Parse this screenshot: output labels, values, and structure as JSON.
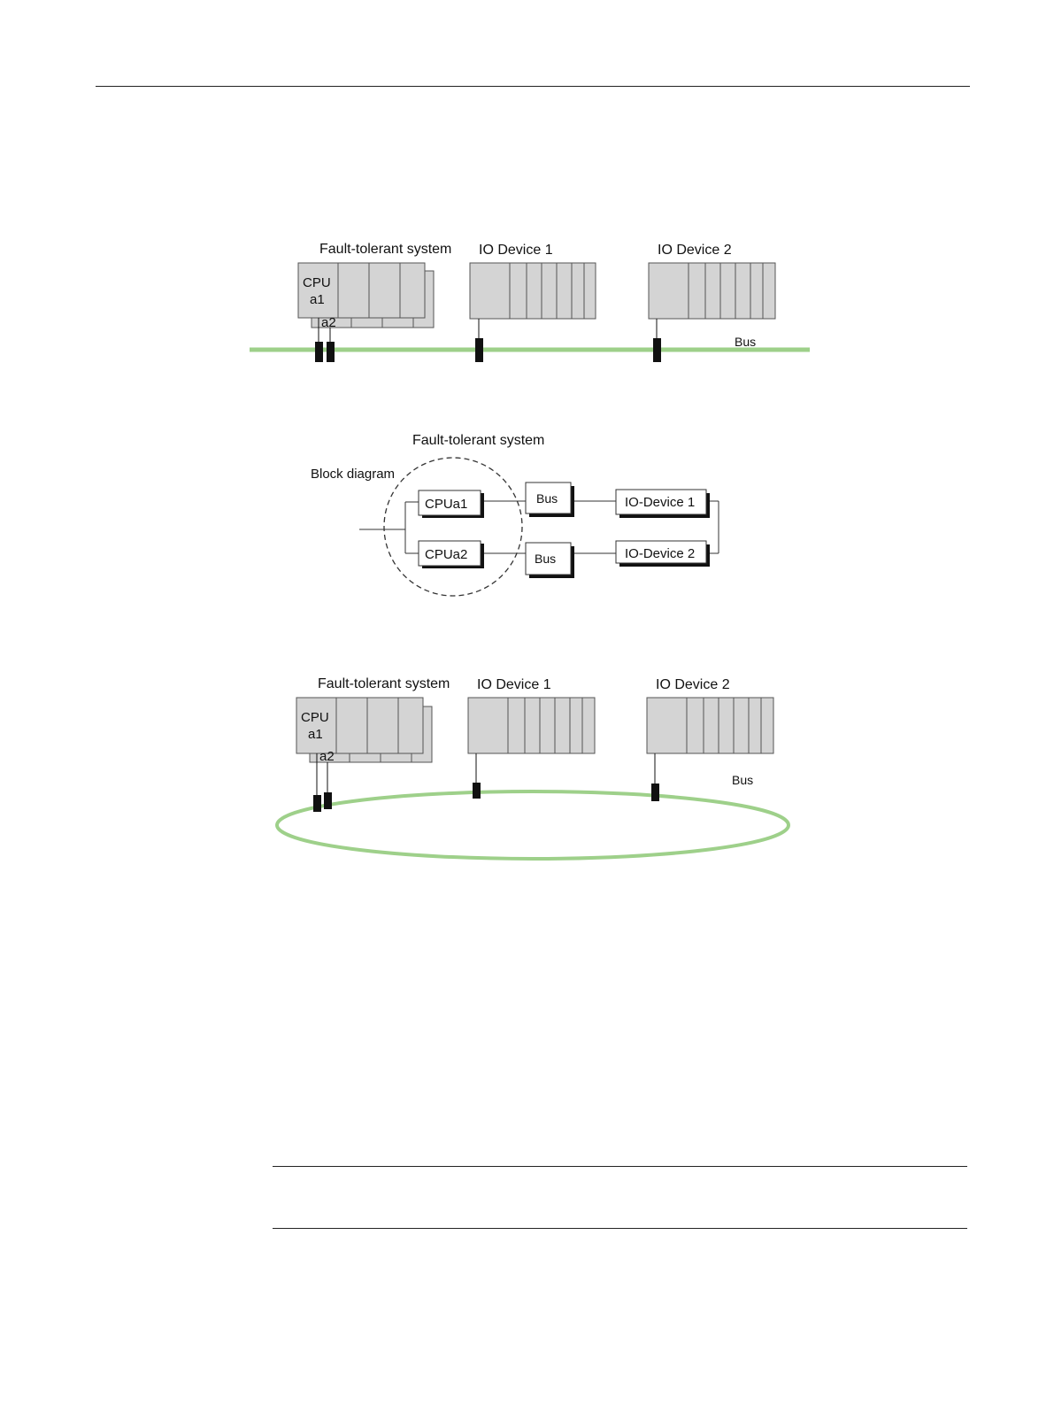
{
  "colors": {
    "bus_green": "#9ed08a",
    "module_fill": "#d4d4d4",
    "module_stroke": "#555555",
    "connector": "#111111"
  },
  "fig1": {
    "system_label": "Fault-tolerant system",
    "device1_label": "IO Device 1",
    "device2_label": "IO Device 2",
    "cpu_label_line1": "CPU",
    "cpu_label_line2": "a1",
    "cpu2_label": "a2",
    "bus_label": "Bus"
  },
  "fig2": {
    "system_label": "Fault-tolerant system",
    "block_label": "Block diagram",
    "cpu1_label": "CPUa1",
    "cpu2_label": "CPUa2",
    "bus1_label": "Bus",
    "bus2_label": "Bus",
    "device1_label": "IO-Device 1",
    "device2_label": "IO-Device 2"
  },
  "fig3": {
    "system_label": "Fault-tolerant system",
    "device1_label": "IO Device 1",
    "device2_label": "IO Device 2",
    "cpu_label_line1": "CPU",
    "cpu_label_line2": "a1",
    "cpu2_label": "a2",
    "bus_label": "Bus"
  }
}
